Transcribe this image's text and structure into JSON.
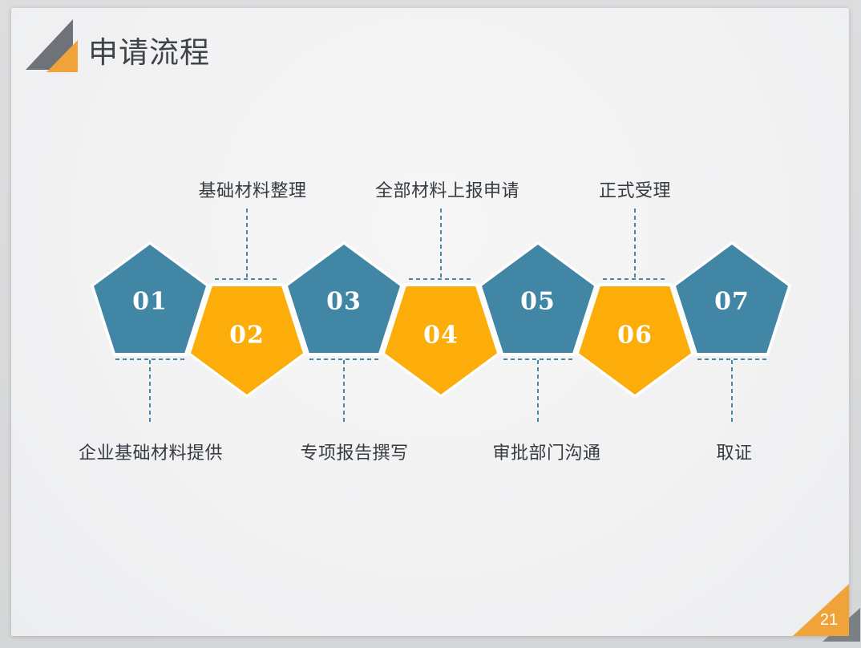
{
  "slide": {
    "title": "申请流程",
    "page_number": "21"
  },
  "colors": {
    "pentagon_blue": "#4286A6",
    "pentagon_orange": "#FCAD0A",
    "triangle_orange": "#F0A338",
    "triangle_gray": "#6E737A",
    "corner_gray": "#7A8086",
    "dash_line_blue": "#4C86A6",
    "title_text": "#3E4349",
    "label_text": "#343A41",
    "slide_background": "#F2F2F3",
    "outer_background": "#D8D9DA",
    "number_text": "#FFFFFF"
  },
  "steps": [
    {
      "num": "01",
      "label": "企业基础材料提供",
      "color": "blue",
      "label_position": "bottom"
    },
    {
      "num": "02",
      "label": "基础材料整理",
      "color": "orange",
      "label_position": "top"
    },
    {
      "num": "03",
      "label": "专项报告撰写",
      "color": "blue",
      "label_position": "bottom"
    },
    {
      "num": "04",
      "label": "全部材料上报申请",
      "color": "orange",
      "label_position": "top"
    },
    {
      "num": "05",
      "label": "审批部门沟通",
      "color": "blue",
      "label_position": "bottom"
    },
    {
      "num": "06",
      "label": "正式受理",
      "color": "orange",
      "label_position": "top"
    },
    {
      "num": "07",
      "label": "取证",
      "color": "blue",
      "label_position": "bottom"
    }
  ]
}
